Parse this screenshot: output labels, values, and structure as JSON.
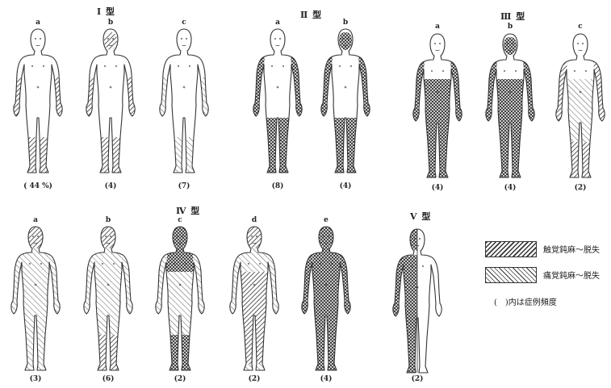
{
  "types": [
    {
      "label": "Ⅰ 型",
      "subs": [
        {
          "sub": "a",
          "count": "( 44 %)",
          "pattern": "hands_feet_heavy"
        },
        {
          "sub": "b",
          "count": "(4)",
          "pattern": "hands_feet_face"
        },
        {
          "sub": "c",
          "count": "(7)",
          "pattern": "hands_feet_light"
        }
      ]
    },
    {
      "label": "Ⅱ 型",
      "subs": [
        {
          "sub": "a",
          "count": "(8)",
          "pattern": "limbs"
        },
        {
          "sub": "b",
          "count": "(4)",
          "pattern": "limbs_face"
        }
      ]
    },
    {
      "label": "Ⅲ 型",
      "subs": [
        {
          "sub": "a",
          "count": "(4)",
          "pattern": "lower_body"
        },
        {
          "sub": "b",
          "count": "(4)",
          "pattern": "lower_body_face"
        },
        {
          "sub": "c",
          "count": "(2)",
          "pattern": "lower_mixed"
        }
      ]
    },
    {
      "label": "Ⅳ 型",
      "subs": [
        {
          "sub": "a",
          "count": "(3)",
          "pattern": "whole_light"
        },
        {
          "sub": "b",
          "count": "(6)",
          "pattern": "whole_light_heavy_legs"
        },
        {
          "sub": "c",
          "count": "(2)",
          "pattern": "whole_light_chest_heavy"
        },
        {
          "sub": "d",
          "count": "(2)",
          "pattern": "whole_mixed"
        },
        {
          "sub": "e",
          "count": "(4)",
          "pattern": "whole_heavy"
        }
      ]
    },
    {
      "label": "Ⅴ 型",
      "subs": [
        {
          "sub": "",
          "count": "(2)",
          "pattern": "half_body"
        }
      ]
    }
  ],
  "legend": {
    "tactile": "触覚鈍麻～脱失",
    "pain": "痛覚鈍麻～脱失",
    "note": "(　)内は症例頻度"
  },
  "colors": {
    "ink": "#333333",
    "paper": "#ffffff"
  }
}
